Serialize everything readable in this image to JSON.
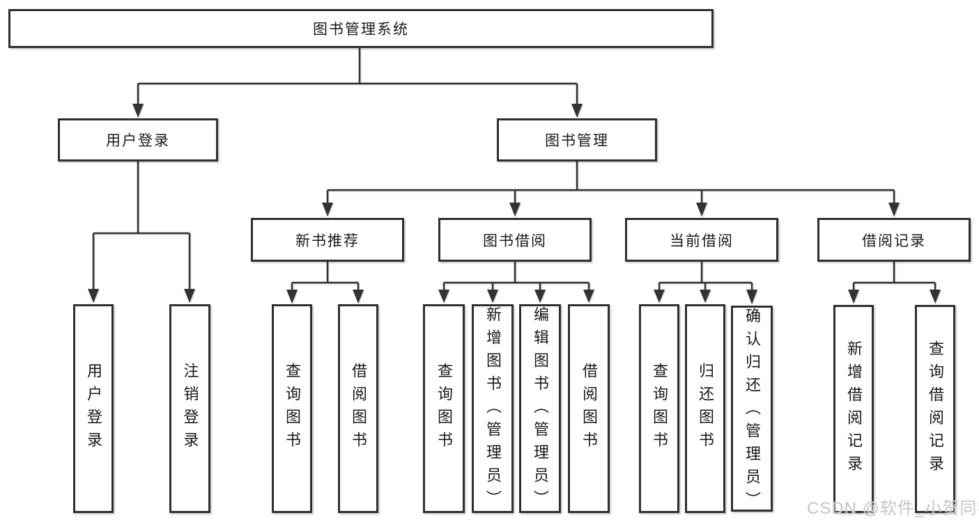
{
  "watermark": "CSDN @软件_小贺同学",
  "tree": {
    "root": {
      "label": "图书管理系统"
    },
    "login": {
      "label": "用户登录",
      "children": [
        {
          "label": "用户登录"
        },
        {
          "label": "注销登录"
        }
      ]
    },
    "management": {
      "label": "图书管理",
      "groups": [
        {
          "label": "新书推荐",
          "children": [
            {
              "label": "查询图书"
            },
            {
              "label": "借阅图书"
            }
          ]
        },
        {
          "label": "图书借阅",
          "children": [
            {
              "label": "查询图书"
            },
            {
              "label": "新增图书（管理员）"
            },
            {
              "label": "编辑图书（管理员）"
            },
            {
              "label": "借阅图书"
            }
          ]
        },
        {
          "label": "当前借阅",
          "children": [
            {
              "label": "查询图书"
            },
            {
              "label": "归还图书"
            },
            {
              "label": "确认归还（管理员）"
            }
          ]
        },
        {
          "label": "借阅记录",
          "children": [
            {
              "label": "新增借阅记录"
            },
            {
              "label": "查询借阅记录"
            }
          ]
        }
      ]
    }
  }
}
